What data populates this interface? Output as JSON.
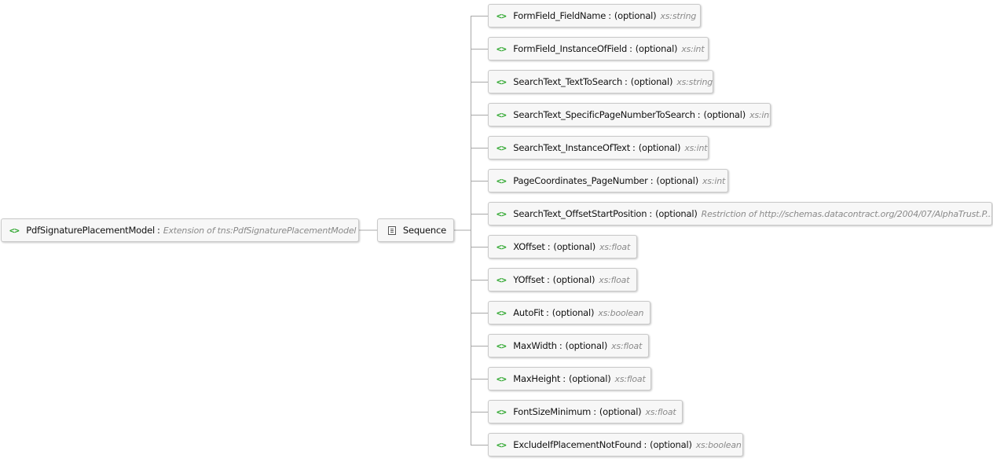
{
  "root": {
    "name": "PdfSignaturePlacementModel",
    "extension": "Extension of tns:PdfSignaturePlacementModel"
  },
  "sequence": {
    "label": "Sequence"
  },
  "children": [
    {
      "name": "FormField_FieldName",
      "optional": "(optional)",
      "type": "xs:string"
    },
    {
      "name": "FormField_InstanceOfField",
      "optional": "(optional)",
      "type": "xs:int"
    },
    {
      "name": "SearchText_TextToSearch",
      "optional": "(optional)",
      "type": "xs:string"
    },
    {
      "name": "SearchText_SpecificPageNumberToSearch",
      "optional": "(optional)",
      "type": "xs:int"
    },
    {
      "name": "SearchText_InstanceOfText",
      "optional": "(optional)",
      "type": "xs:int"
    },
    {
      "name": "PageCoordinates_PageNumber",
      "optional": "(optional)",
      "type": "xs:int"
    },
    {
      "name": "SearchText_OffsetStartPosition",
      "optional": "(optional)",
      "type": "Restriction of http://schemas.datacontract.org/2004/07/AlphaTrust.P..."
    },
    {
      "name": "XOffset",
      "optional": "(optional)",
      "type": "xs:float"
    },
    {
      "name": "YOffset",
      "optional": "(optional)",
      "type": "xs:float"
    },
    {
      "name": "AutoFit",
      "optional": "(optional)",
      "type": "xs:boolean"
    },
    {
      "name": "MaxWidth",
      "optional": "(optional)",
      "type": "xs:float"
    },
    {
      "name": "MaxHeight",
      "optional": "(optional)",
      "type": "xs:float"
    },
    {
      "name": "FontSizeMinimum",
      "optional": "(optional)",
      "type": "xs:float"
    },
    {
      "name": "ExcludeIfPlacementNotFound",
      "optional": "(optional)",
      "type": "xs:boolean"
    }
  ],
  "icons": {
    "element": "element-icon",
    "sequence": "sequence-icon"
  },
  "colors": {
    "element_icon": "#2aa52a",
    "type_text": "#8a8a8a",
    "connector": "#a8a8a8"
  }
}
